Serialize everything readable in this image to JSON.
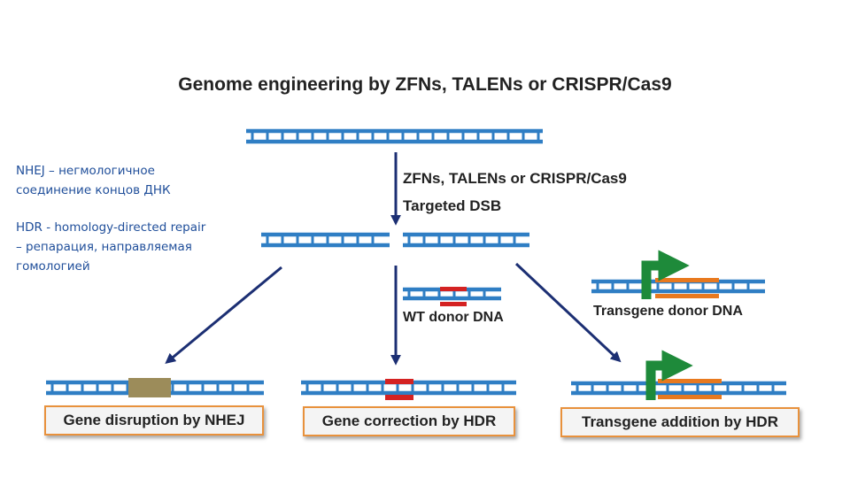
{
  "title": "Genome engineering by ZFNs, TALENs or CRISPR/Cas9",
  "notes": {
    "nhej_line1": "NHEJ – негмологичное",
    "nhej_line2": "соединение концов ДНК",
    "hdr_line1": "HDR - homology-directed repair",
    "hdr_line2": "– репарация, направляемая",
    "hdr_line3": "гомологией"
  },
  "labels": {
    "nucleases": "ZFNs, TALENs or CRISPR/Cas9",
    "targeted_dsb": "Targeted DSB",
    "wt_donor": "WT donor DNA",
    "transgene_donor": "Transgene donor DNA"
  },
  "outcomes": {
    "disruption": "Gene disruption by NHEJ",
    "correction": "Gene correction by HDR",
    "addition": "Transgene addition by HDR"
  },
  "colors": {
    "dna": "#2f7ec4",
    "arrow": "#1c2f73",
    "indel": "#9c8c5a",
    "correction": "#d42222",
    "transgene": "#e8791e",
    "promoter": "#1e8a3a",
    "box_border": "#e8913c"
  }
}
